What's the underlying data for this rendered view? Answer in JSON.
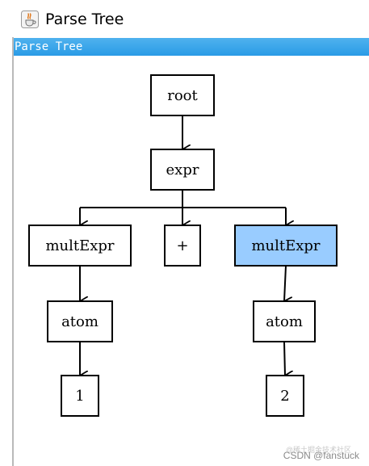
{
  "window": {
    "title": "Parse Tree",
    "icon": "java-cup-icon"
  },
  "panel": {
    "header": "Parse Tree"
  },
  "tree": {
    "nodes": [
      {
        "id": "root",
        "label": "root",
        "selected": false
      },
      {
        "id": "expr",
        "label": "expr",
        "selected": false
      },
      {
        "id": "multExpr1",
        "label": "multExpr",
        "selected": false
      },
      {
        "id": "plus",
        "label": "+",
        "selected": false
      },
      {
        "id": "multExpr2",
        "label": "multExpr",
        "selected": true
      },
      {
        "id": "atom1",
        "label": "atom",
        "selected": false
      },
      {
        "id": "atom2",
        "label": "atom",
        "selected": false
      },
      {
        "id": "num1",
        "label": "1",
        "selected": false
      },
      {
        "id": "num2",
        "label": "2",
        "selected": false
      }
    ],
    "edges": [
      [
        "root",
        "expr"
      ],
      [
        "expr",
        "multExpr1"
      ],
      [
        "expr",
        "plus"
      ],
      [
        "expr",
        "multExpr2"
      ],
      [
        "multExpr1",
        "atom1"
      ],
      [
        "multExpr2",
        "atom2"
      ],
      [
        "atom1",
        "num1"
      ],
      [
        "atom2",
        "num2"
      ]
    ],
    "colors": {
      "selected_fill": "#99ccff",
      "node_fill": "#ffffff",
      "stroke": "#000000"
    }
  },
  "watermark": {
    "text": "CSDN @fanstuck",
    "faint": "@稀土掘金技术社区"
  }
}
